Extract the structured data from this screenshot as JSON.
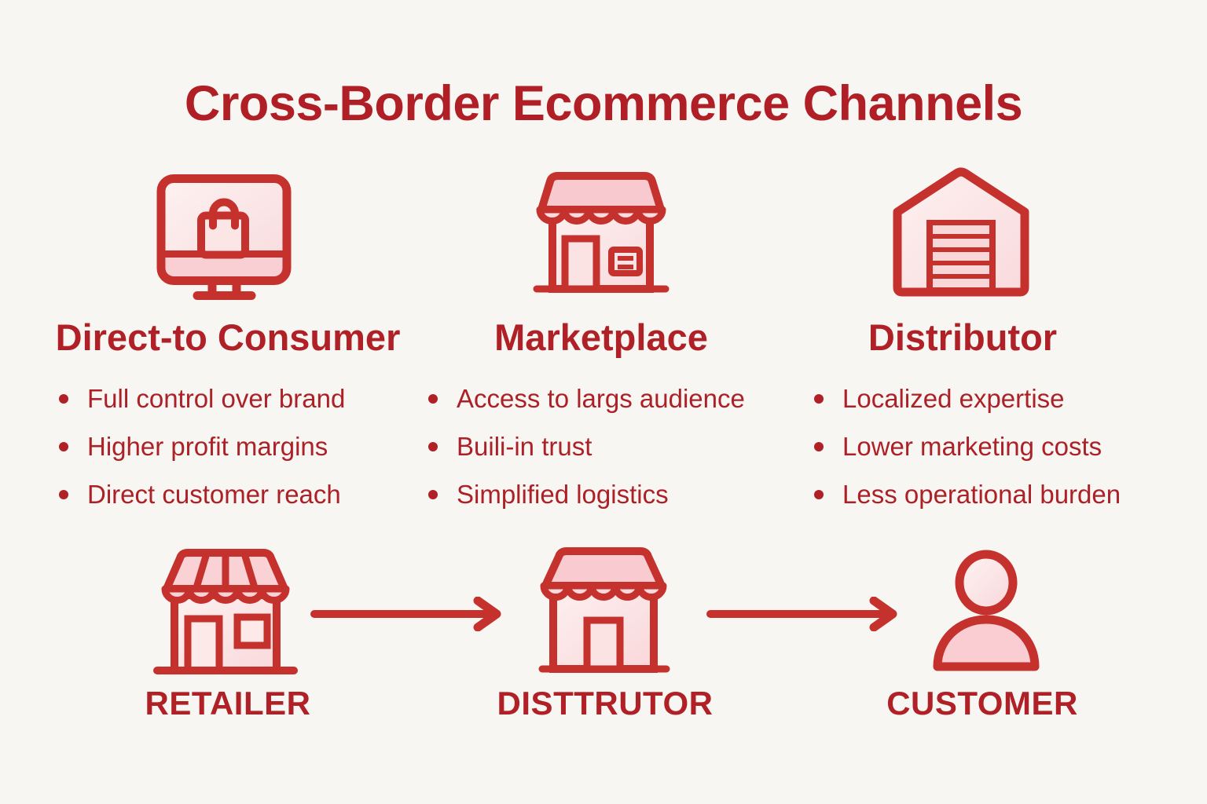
{
  "title": "Cross-Border Ecommerce Channels",
  "columns": [
    {
      "icon": "monitor-shopping-bag-icon",
      "heading": "Direct-to Consumer",
      "bullets": [
        "Full control over brand",
        "Higher profit margins",
        "Direct customer reach"
      ]
    },
    {
      "icon": "storefront-icon",
      "heading": "Marketplace",
      "bullets": [
        "Access to largs audience",
        "Buili-in trust",
        "Simplified logistics"
      ]
    },
    {
      "icon": "warehouse-icon",
      "heading": "Distributor",
      "bullets": [
        "Localized expertise",
        "Lower marketing costs",
        "Less operational burden"
      ]
    }
  ],
  "flow": {
    "nodes": [
      {
        "icon": "retail-store-icon",
        "label": "RETAILER"
      },
      {
        "icon": "market-stall-icon",
        "label": "DISTTRUTOR"
      },
      {
        "icon": "person-icon",
        "label": "CUSTOMER"
      }
    ],
    "connector_icon": "right-arrow-icon"
  },
  "colors": {
    "accent_red": "#B02127",
    "icon_stroke_red": "#C5312D",
    "pink_fill": "#F9CDD2",
    "pink_light": "#FCEAE9",
    "background": "#F8F6F2"
  }
}
